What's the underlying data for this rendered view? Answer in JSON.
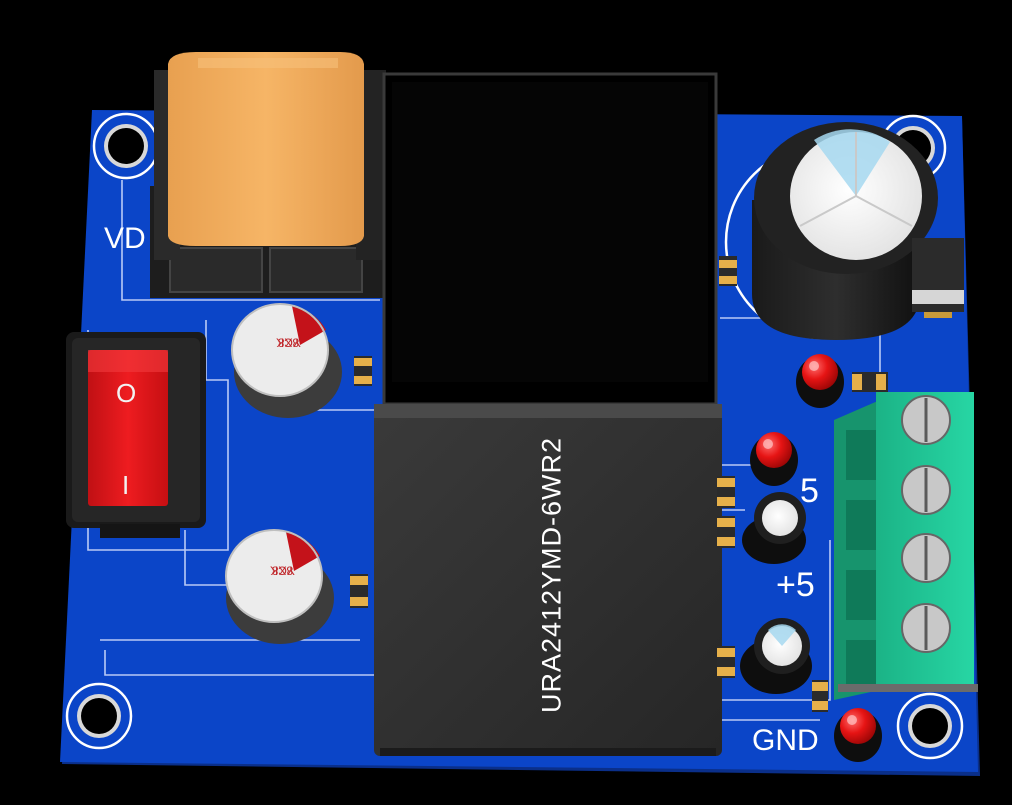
{
  "board": {
    "colors": {
      "pcb": "#0b45c8",
      "trace": "#ffffff",
      "switch": "#e4161a",
      "terminal": "#21c89a",
      "header": "#f3ab5d",
      "led": "#e81010"
    }
  },
  "silkscreen": {
    "vd_label": "VD",
    "five_label": "5",
    "plus_five_label": "+5",
    "gnd_label": "GND"
  },
  "converter": {
    "part_number": "URA2412YMD-6WR2"
  },
  "capacitors": {
    "upper_marking": "8X8",
    "upper_brand": "YCK",
    "lower_marking": "8X8",
    "lower_brand": "YCK"
  },
  "switch": {
    "off_symbol": "O",
    "on_symbol": "I"
  }
}
